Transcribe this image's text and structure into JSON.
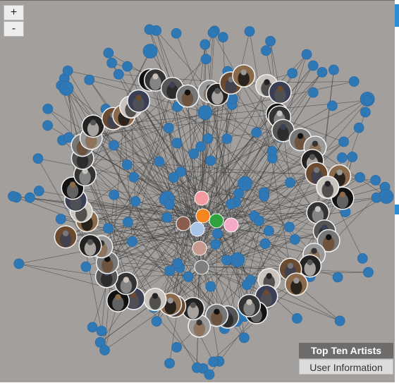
{
  "zoom": {
    "in_label": "+",
    "out_label": "-"
  },
  "legend": {
    "top_artists_label": "Top Ten Artists",
    "user_info_label": "User Information"
  },
  "colors": {
    "background": "#a29f9c",
    "node_blue": "#2f78b6",
    "edge": "#3b3b3b",
    "center_nodes": [
      "#f39aa0",
      "#f5861f",
      "#2ea23d",
      "#f5a9c8",
      "#8c5d4e",
      "#a9c4e6",
      "#c59a8c",
      "#7f7f7f"
    ]
  },
  "graph": {
    "node_types": [
      "user-node",
      "artist-node",
      "top-artist-node"
    ],
    "artist_count": 59,
    "user_count": 136,
    "top_artist_count": 8
  }
}
